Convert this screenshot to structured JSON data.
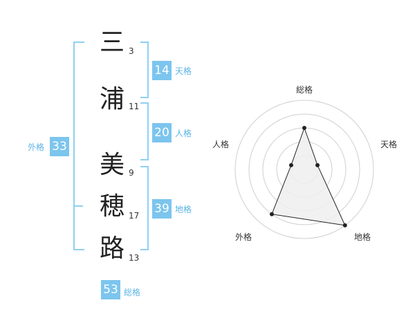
{
  "name_chars": [
    {
      "char": "三",
      "strokes": "3"
    },
    {
      "char": "浦",
      "strokes": "11"
    },
    {
      "char": "美",
      "strokes": "9"
    },
    {
      "char": "穂",
      "strokes": "17"
    },
    {
      "char": "路",
      "strokes": "13"
    }
  ],
  "kakusu": {
    "tenkaku": {
      "value": "14",
      "label": "天格"
    },
    "jinkaku": {
      "value": "20",
      "label": "人格"
    },
    "chikaku": {
      "value": "39",
      "label": "地格"
    },
    "gaikaku": {
      "value": "33",
      "label": "外格"
    },
    "soukaku": {
      "value": "53",
      "label": "総格"
    }
  },
  "radar": {
    "axes": [
      "総格",
      "天格",
      "地格",
      "外格",
      "人格"
    ],
    "levels": 5,
    "values": [
      3,
      1,
      5,
      4,
      1
    ],
    "colors": {
      "grid": "#cfcfcf",
      "fill": "#eeeeee",
      "line": "#222222",
      "point": "#222222"
    }
  }
}
